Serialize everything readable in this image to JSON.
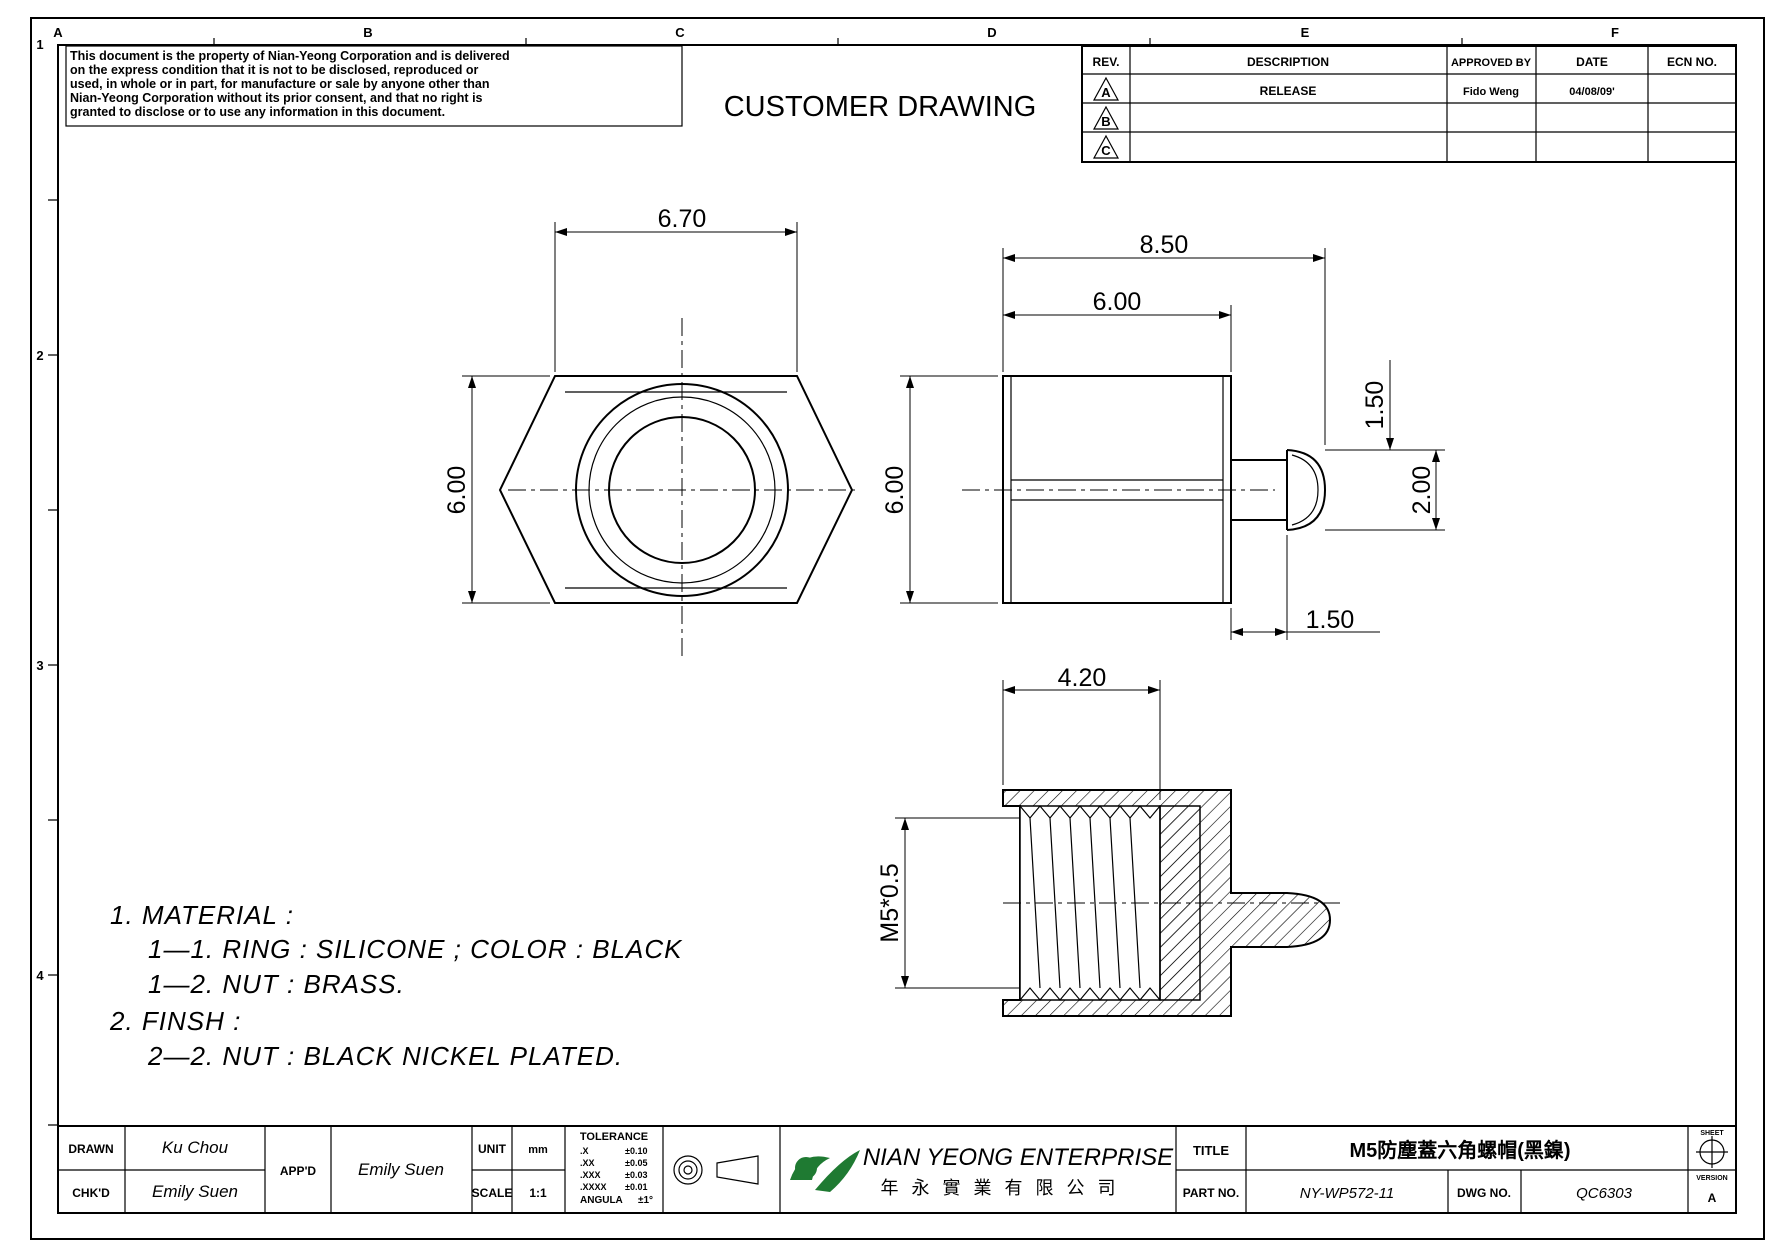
{
  "border": {
    "col_labels": [
      "A",
      "B",
      "C",
      "D",
      "E",
      "F"
    ],
    "row_labels": [
      "1",
      "2",
      "3",
      "4"
    ]
  },
  "notice": {
    "lines": [
      "This document is the property of Nian-Yeong Corporation and is delivered",
      "on  the  express condition that it is not to be disclosed, reproduced or",
      "used, in whole or in part, for manufacture or sale by anyone other than",
      "Nian-Yeong Corporation without  its prior consent, and that  no right  is",
      "granted to disclose or to use any information in this  document."
    ]
  },
  "heading": "CUSTOMER  DRAWING",
  "revision_table": {
    "headers": [
      "REV.",
      "DESCRIPTION",
      "APPROVED BY",
      "DATE",
      "ECN NO."
    ],
    "rows": [
      {
        "rev": "A",
        "description": "RELEASE",
        "approved_by": "Fido Weng",
        "date": "04/08/09'",
        "ecn": ""
      },
      {
        "rev": "B",
        "description": "",
        "approved_by": "",
        "date": "",
        "ecn": ""
      },
      {
        "rev": "C",
        "description": "",
        "approved_by": "",
        "date": "",
        "ecn": ""
      }
    ]
  },
  "dimensions": {
    "front_width": "6.70",
    "front_height": "6.00",
    "side_length": "8.50",
    "side_body": "6.00",
    "side_height": "6.00",
    "tip_top": "1.50",
    "tip_dia": "2.00",
    "tip_length": "1.50",
    "section_depth": "4.20",
    "thread": "M5*0.5"
  },
  "notes": [
    "1.  MATERIAL  :",
    "1—1.  RING  :  SILICONE  ;  COLOR  :  BLACK",
    "1—2.  NUT  :  BRASS.",
    "2.  FINSH  :",
    "2—2.  NUT  :  BLACK  NICKEL  PLATED."
  ],
  "title_block": {
    "drawn_label": "DRAWN",
    "drawn": "Ku Chou",
    "chkd_label": "CHK'D",
    "chkd": "Emily Suen",
    "appd_label": "APP'D",
    "appd": "Emily Suen",
    "unit_label": "UNIT",
    "unit": "mm",
    "scale_label": "SCALE",
    "scale": "1:1",
    "tolerance_title": "TOLERANCE",
    "tolerances": [
      {
        "k": ".X",
        "v": "±0.10"
      },
      {
        "k": ".XX",
        "v": "±0.05"
      },
      {
        "k": ".XXX",
        "v": "±0.03"
      },
      {
        "k": ".XXXX",
        "v": "±0.01"
      },
      {
        "k": "ANGULA",
        "v": "±1°"
      }
    ],
    "company": "NIAN YEONG ENTERPRISE",
    "company_cn": "年 永 實 業 有 限 公 司",
    "title_label": "TITLE",
    "title": "M5防塵蓋六角螺帽(黑鎳)",
    "part_label": "PART NO.",
    "part_no": "NY-WP572-11",
    "dwg_label": "DWG NO.",
    "dwg_no": "QC6303",
    "sheet_label": "SHEET",
    "version_label": "VERSION",
    "version": "A"
  }
}
